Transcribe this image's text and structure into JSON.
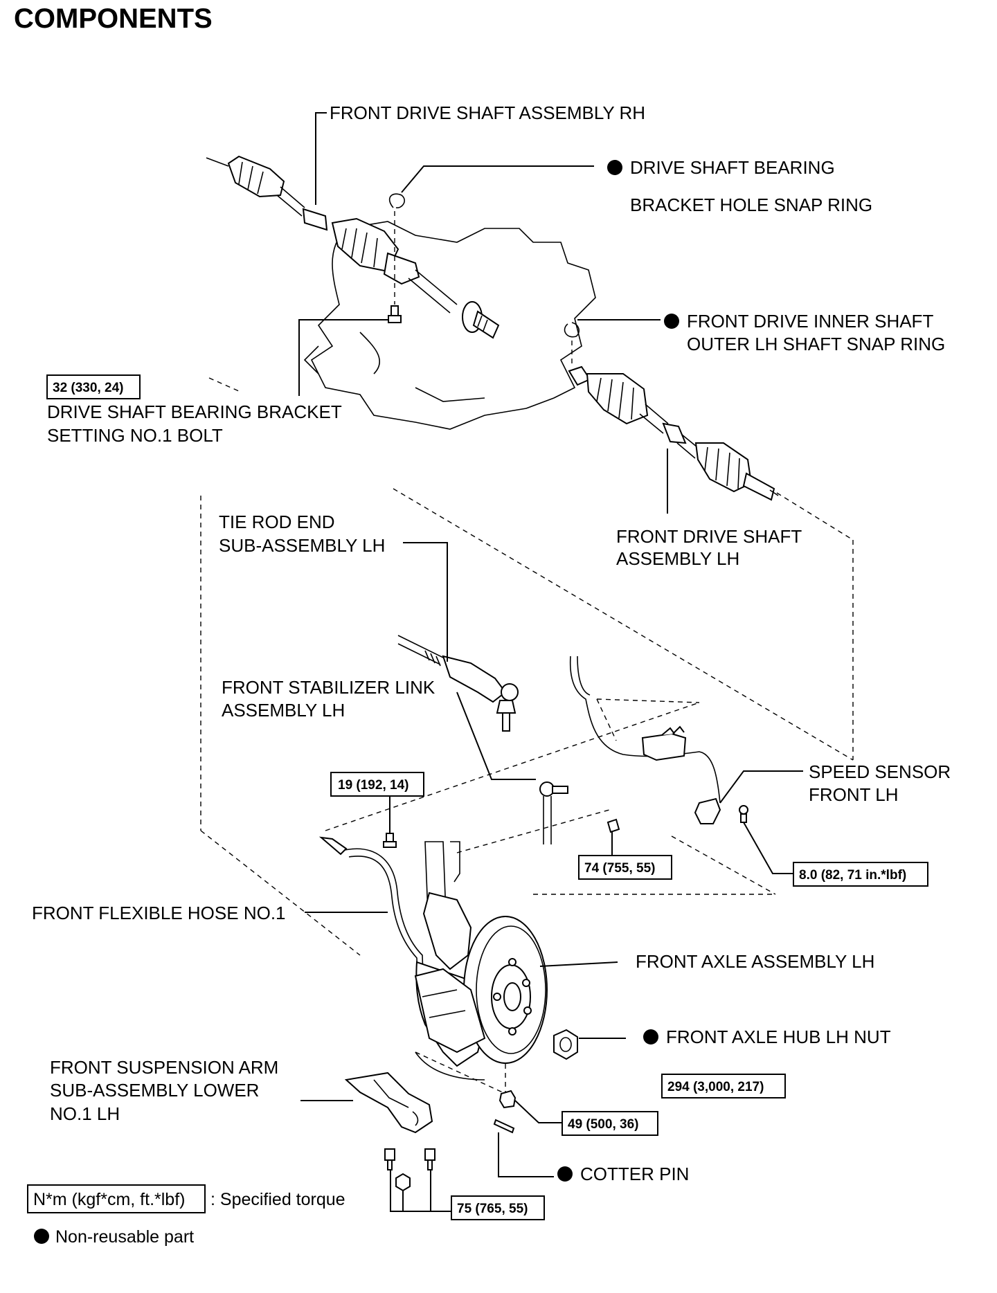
{
  "title": "COMPONENTS",
  "labels": {
    "drive_shaft_rh": "FRONT DRIVE SHAFT ASSEMBLY RH",
    "bearing_snap_ring_1": "DRIVE SHAFT BEARING",
    "bearing_snap_ring_2": "BRACKET HOLE SNAP RING",
    "inner_snap_ring_1": "FRONT DRIVE INNER SHAFT",
    "inner_snap_ring_2": "OUTER LH SHAFT SNAP RING",
    "bracket_bolt_1": "DRIVE SHAFT BEARING BRACKET",
    "bracket_bolt_2": "SETTING NO.1 BOLT",
    "drive_shaft_lh_1": "FRONT DRIVE SHAFT",
    "drive_shaft_lh_2": "ASSEMBLY LH",
    "tie_rod_1": "TIE ROD END",
    "tie_rod_2": "SUB-ASSEMBLY LH",
    "stabilizer_1": "FRONT STABILIZER LINK",
    "stabilizer_2": "ASSEMBLY LH",
    "speed_sensor_1": "SPEED SENSOR",
    "speed_sensor_2": "FRONT LH",
    "flexible_hose": "FRONT FLEXIBLE HOSE NO.1",
    "axle_assembly": "FRONT AXLE ASSEMBLY LH",
    "hub_nut": "FRONT AXLE HUB LH NUT",
    "susp_arm_1": "FRONT SUSPENSION ARM",
    "susp_arm_2": "SUB-ASSEMBLY LOWER",
    "susp_arm_3": "NO.1 LH",
    "cotter_pin": "COTTER PIN"
  },
  "torques": {
    "bracket_bolt": "32 (330, 24)",
    "hose_bolt": "19 (192, 14)",
    "stabilizer_nut": "74 (755, 55)",
    "sensor_bolt": "8.0 (82, 71 in.*lbf)",
    "hub_nut": "294 (3,000, 217)",
    "tie_rod_nut": "49 (500, 36)",
    "arm_bolts": "75 (765, 55)"
  },
  "legend": {
    "torque_unit": "N*m (kgf*cm, ft.*lbf)",
    "torque_desc": ": Specified torque",
    "non_reusable": "Non-reusable part"
  }
}
